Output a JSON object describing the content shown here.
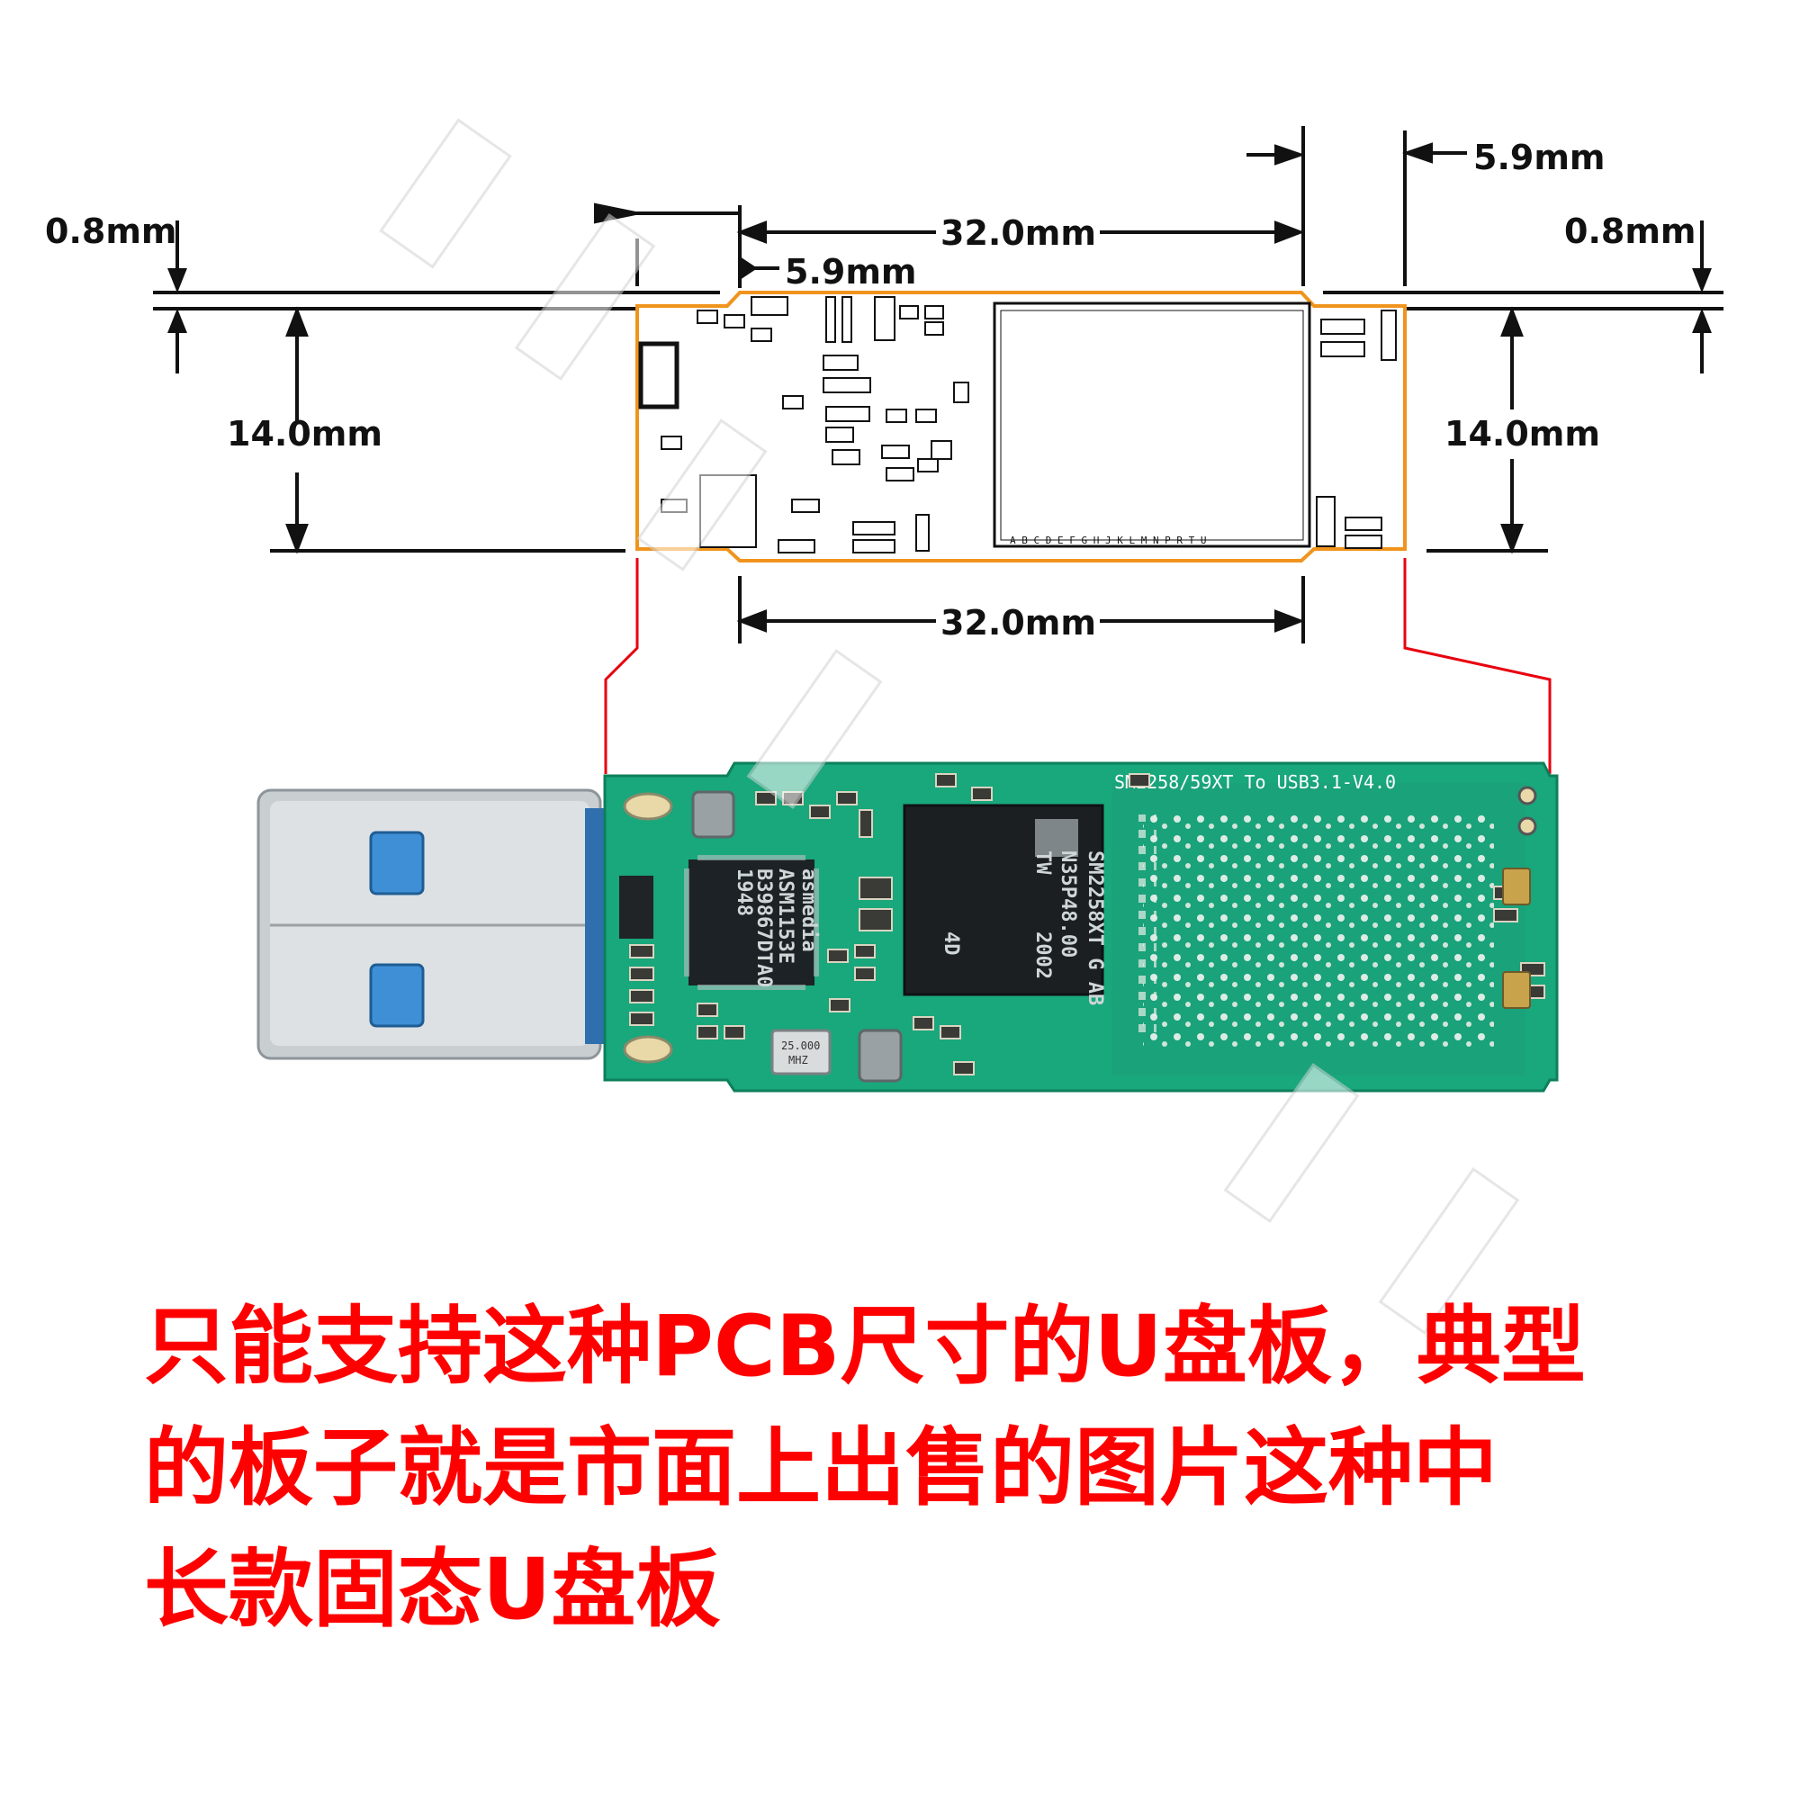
{
  "dimensions": {
    "left_thickness": "0.8mm",
    "left_offset": "5.9mm",
    "left_width": "14.0mm",
    "top_length": "32.0mm",
    "right_offset": "5.9mm",
    "right_thickness": "0.8mm",
    "right_width": "14.0mm",
    "bottom_length": "32.0mm"
  },
  "pcb": {
    "silkscreen": "SM2258/59XT To USB3.1-V4.0",
    "bridge_chip": [
      "asmedia",
      "ASM1153E",
      "B39867DTA0",
      "1948"
    ],
    "controller_chip": [
      "SM2258XT G AB",
      "N35P48.00",
      "TW",
      "2002",
      "4D"
    ],
    "crystal": [
      "25.000",
      "MHZ"
    ],
    "nand_row_labels": "A B C D E F G H J K L M N P R T U"
  },
  "caption": {
    "line1": "只能支持这种PCB尺寸的U盘板，典型",
    "line2": "的板子就是市面上出售的图片这种中",
    "line3": "长款固态U盘板"
  },
  "colors": {
    "outline": "#f0941d",
    "leader": "#e8000f",
    "pcb_green": "#19a77c",
    "caption": "#ff0000"
  }
}
